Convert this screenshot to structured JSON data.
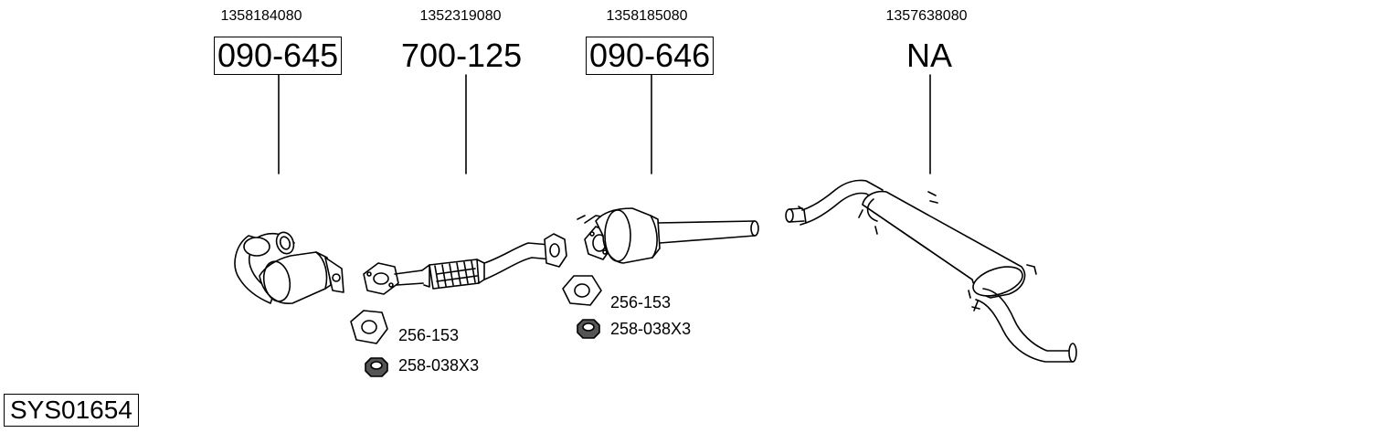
{
  "system_code": "SYS01654",
  "parts": [
    {
      "oem": "1358184080",
      "number": "090-645",
      "boxed": true,
      "name": "catalytic-converter-front"
    },
    {
      "oem": "1352319080",
      "number": "700-125",
      "boxed": false,
      "name": "flex-front-pipe"
    },
    {
      "oem": "1358185080",
      "number": "090-646",
      "boxed": true,
      "name": "catalytic-converter-rear"
    },
    {
      "oem": "1357638080",
      "number": "NA",
      "boxed": false,
      "name": "rear-silencer"
    }
  ],
  "accessories": [
    {
      "group": 1,
      "items": [
        "256-153",
        "258-038X3"
      ]
    },
    {
      "group": 2,
      "items": [
        "256-153",
        "258-038X3"
      ]
    }
  ]
}
